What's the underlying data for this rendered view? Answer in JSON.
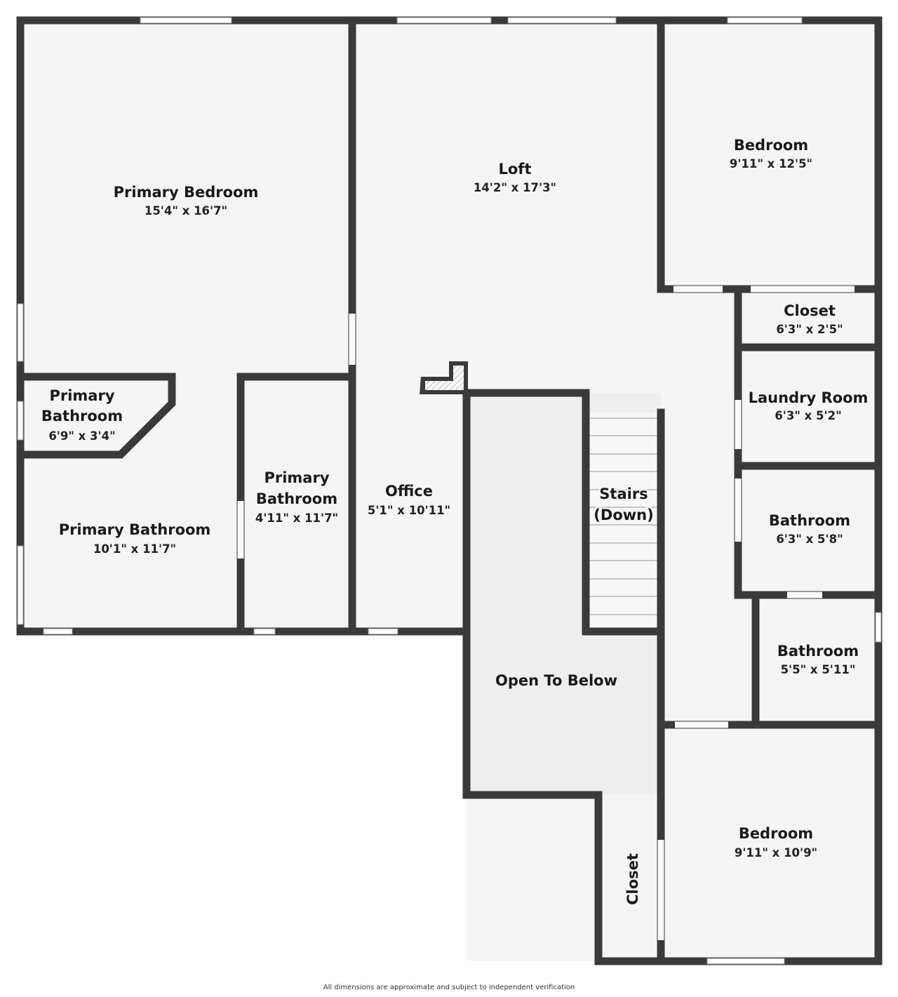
{
  "rooms": [
    {
      "name": "Primary Bedroom",
      "dims": "15'4\" x 16'7\""
    },
    {
      "name": "Loft",
      "dims": "14'2\" x 17'3\""
    },
    {
      "name": "Bedroom",
      "dims": "9'11\" x 12'5\""
    },
    {
      "name": "Closet",
      "dims": "6'3\" x 2'5\""
    },
    {
      "name": "Laundry Room",
      "dims": "6'3\" x 5'2\""
    },
    {
      "name": "Bathroom",
      "dims": "6'3\" x 5'8\""
    },
    {
      "name": "Bathroom",
      "dims": "5'5\" x 5'11\""
    },
    {
      "name_line1": "Primary",
      "name_line2": "Bathroom",
      "dims": "6'9\" x 3'4\""
    },
    {
      "name": "Primary Bathroom",
      "dims": "10'1\" x 11'7\""
    },
    {
      "name_line1": "Primary",
      "name_line2": "Bathroom",
      "dims": "4'11\" x 11'7\""
    },
    {
      "name": "Office",
      "dims": "5'1\" x 10'11\""
    },
    {
      "name_line1": "Stairs",
      "name_line2": "(Down)"
    },
    {
      "name": "Open To Below"
    },
    {
      "name": "Bedroom",
      "dims": "9'11\" x 10'9\""
    },
    {
      "name": "Closet"
    }
  ],
  "disclaimer": "All dimensions are approximate and subject to independent verification"
}
